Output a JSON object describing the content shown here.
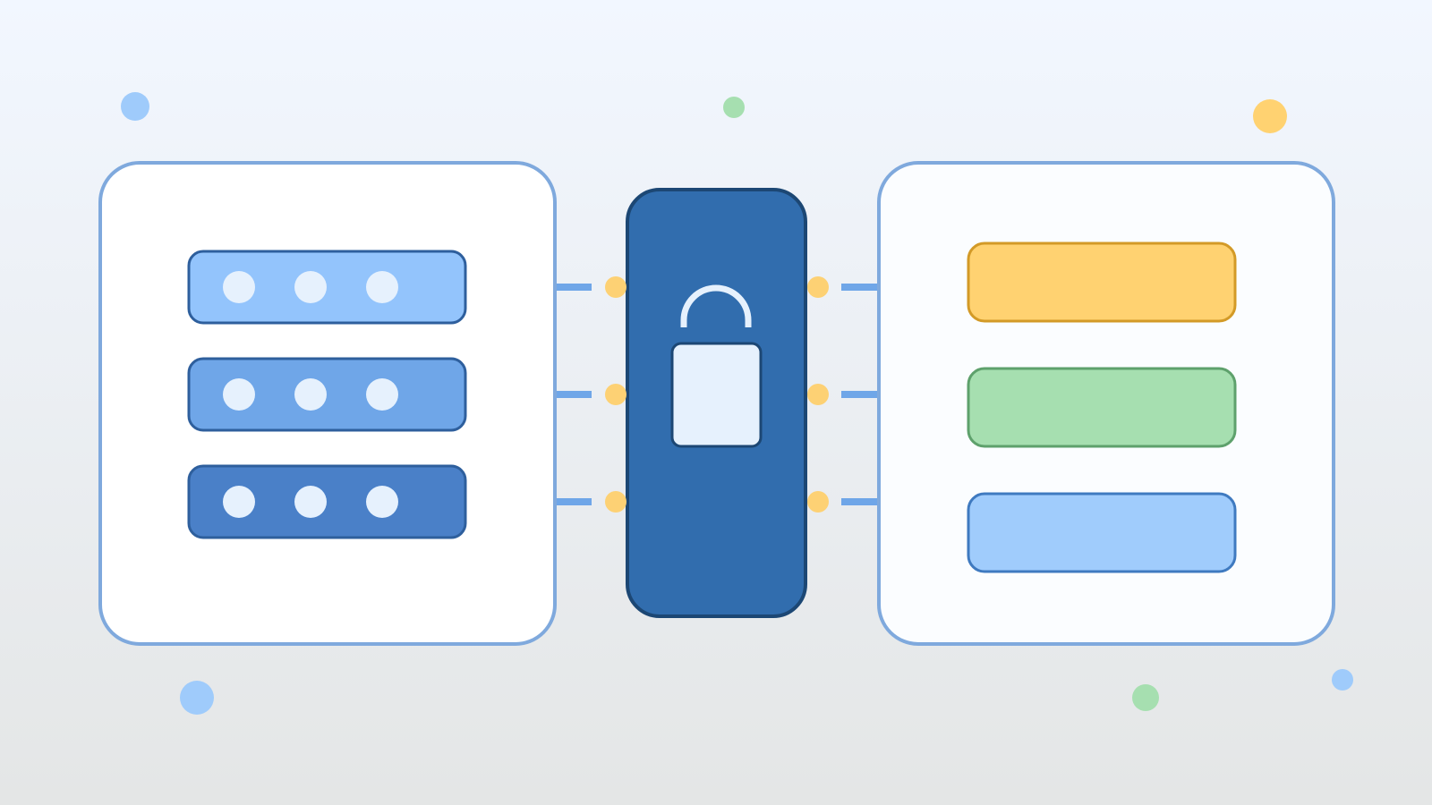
{
  "diagram": {
    "source_panel": {
      "rows": [
        {
          "name": "server-row-1",
          "fill": "#93c4fc",
          "dots": 3
        },
        {
          "name": "server-row-2",
          "fill": "#6fa6e8",
          "dots": 3
        },
        {
          "name": "server-row-3",
          "fill": "#4a80c8",
          "dots": 3
        }
      ]
    },
    "gateway": {
      "icon": "padlock-icon",
      "fill": "#316dae"
    },
    "target_panel": {
      "blocks": [
        {
          "name": "target-block-1",
          "fill": "#ffd271",
          "stroke": "#d39a27"
        },
        {
          "name": "target-block-2",
          "fill": "#a6dfb0",
          "stroke": "#5ea16c"
        },
        {
          "name": "target-block-3",
          "fill": "#a0ccfc",
          "stroke": "#3f7ac0"
        }
      ]
    },
    "colors": {
      "panel_border": "#7fa9dd",
      "connector": "#6fa6e8",
      "port": "#fdd174",
      "accent_blue": "#9fcbfb",
      "accent_green": "#a6dfb0",
      "accent_yellow": "#ffd271"
    }
  }
}
